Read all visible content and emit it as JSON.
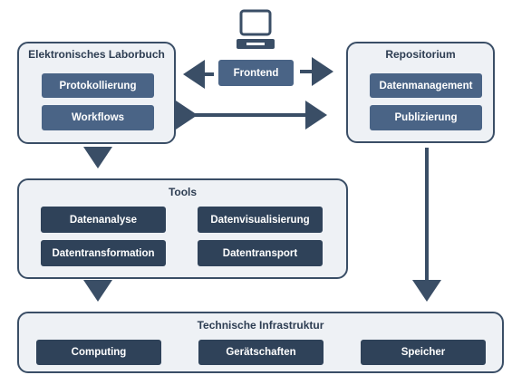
{
  "laborbuch": {
    "title": "Elektronisches Laborbuch",
    "items": [
      "Protokollierung",
      "Workflows"
    ]
  },
  "frontend": {
    "label": "Frontend",
    "icon": "computer-icon"
  },
  "repositorium": {
    "title": "Repositorium",
    "items": [
      "Datenmanagement",
      "Publizierung"
    ]
  },
  "tools": {
    "title": "Tools",
    "items": [
      "Datenanalyse",
      "Datenvisualisierung",
      "Datentransformation",
      "Datentransport"
    ]
  },
  "infrastruktur": {
    "title": "Technische Infrastruktur",
    "items": [
      "Computing",
      "Gerätschaften",
      "Speicher"
    ]
  },
  "colors": {
    "border": "#3a4e66",
    "panel_bg": "#eef1f5",
    "box_light": "#4a6486",
    "box_dark": "#2f4259"
  }
}
